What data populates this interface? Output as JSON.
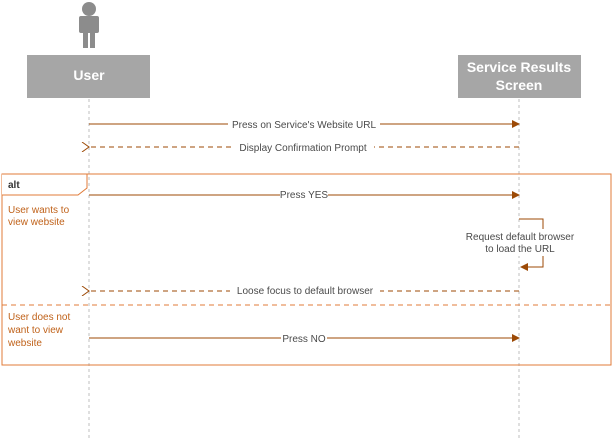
{
  "actors": {
    "user": {
      "label": "User",
      "icon": "person-icon"
    },
    "service": {
      "label_line1": "Service Results",
      "label_line2": "Screen"
    }
  },
  "messages": {
    "m1": "Press on Service's Website URL",
    "m2": "Display Confirmation Prompt",
    "m3": "Press YES",
    "self_line1": "Request default browser",
    "self_line2": "to load the URL",
    "m5": "Loose focus to default browser",
    "m6": "Press NO"
  },
  "alt_fragment": {
    "label": "alt",
    "guard1_line1": "User wants to",
    "guard1_line2": "view website",
    "guard2_line1": "User does not",
    "guard2_line2": "want to view",
    "guard2_line3": "website"
  },
  "colors": {
    "header_fill": "#a6a6a6",
    "message": "#9c4a06",
    "fragment": "#e07b39",
    "lifeline": "#bfbfbf"
  }
}
